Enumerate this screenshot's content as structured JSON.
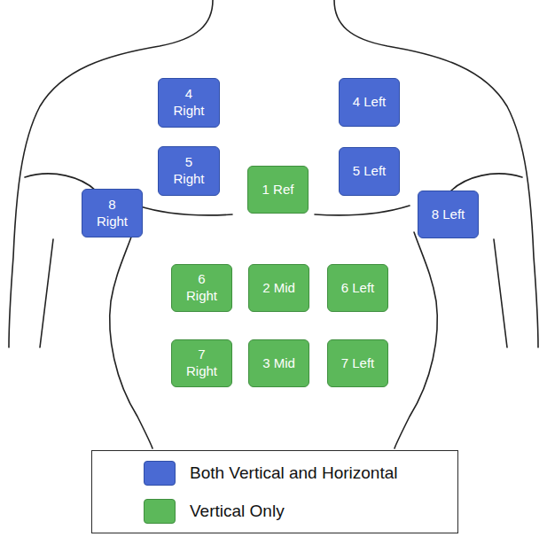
{
  "diagram": {
    "nodes": [
      {
        "text": [
          "4 Right"
        ]
      },
      {
        "text": [
          "4 Left"
        ]
      },
      {
        "text": [
          "5 Right"
        ]
      },
      {
        "text": [
          "1 Ref"
        ]
      },
      {
        "text": [
          "5 Left"
        ]
      },
      {
        "text": [
          "8 Right"
        ]
      },
      {
        "text": [
          "8 Left"
        ]
      },
      {
        "text": [
          "6 Right"
        ]
      },
      {
        "text": [
          "2 Mid"
        ]
      },
      {
        "text": [
          "6 Left"
        ]
      },
      {
        "text": [
          "7 Right"
        ]
      },
      {
        "text": [
          "3 Mid"
        ]
      },
      {
        "text": [
          "7 Left"
        ]
      }
    ],
    "legend": [
      {
        "text": "Both Vertical and Horizontal",
        "color": "#4a6ad3"
      },
      {
        "text": "Vertical Only",
        "color": "#5cb85a"
      }
    ]
  }
}
